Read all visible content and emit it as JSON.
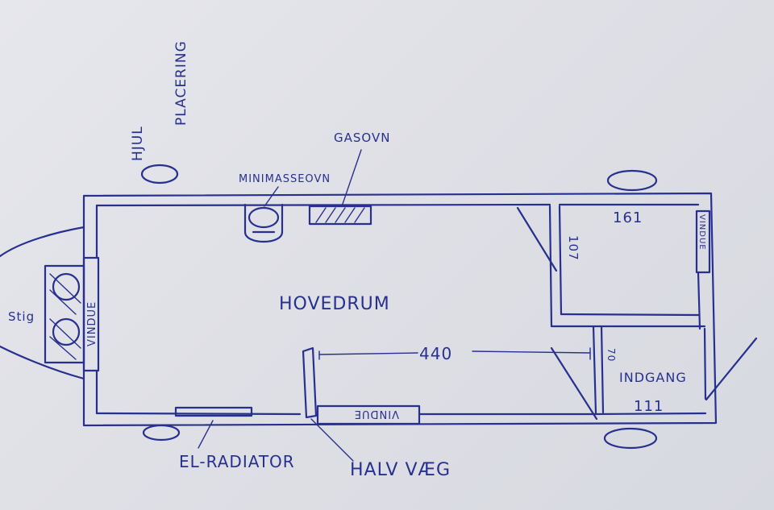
{
  "labels": {
    "hjul_line1": "HJUL",
    "hjul_line2": "PLACERING",
    "gasovn": "GASOVN",
    "minimasseovn": "MINIMASSEOVN",
    "hovedrum": "HOVEDRUM",
    "vindue_left": "VINDUE",
    "vindue_bottom": "VINDUE",
    "vindue_right": "VINDUE",
    "stig": "Stig",
    "dim_440": "440",
    "dim_161": "161",
    "dim_107": "107",
    "dim_70": "70",
    "indgang": "INDGANG",
    "dim_111": "111",
    "el_radiator": "EL-RADIATOR",
    "halv_vaeg": "HALV VÆG"
  },
  "colors": {
    "ink": "#28308f",
    "paper": "#e2e3e9"
  }
}
